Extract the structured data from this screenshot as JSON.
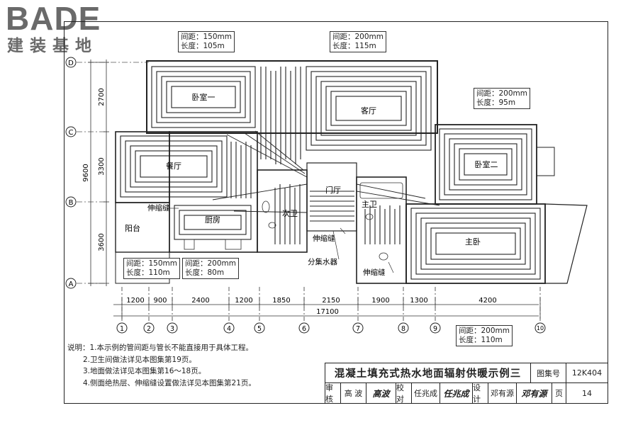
{
  "logo": {
    "top": "BADE",
    "bottom": "建装基地"
  },
  "grid": {
    "rows": [
      "D",
      "C",
      "B",
      "A"
    ],
    "cols": [
      "1",
      "2",
      "3",
      "4",
      "5",
      "6",
      "7",
      "8",
      "9",
      "10"
    ]
  },
  "dims_vertical": {
    "d1": "2700",
    "d2": "3300",
    "d3": "3600",
    "total": "9600"
  },
  "dims_horizontal": {
    "s1": "1200",
    "s2": "900",
    "s3": "2400",
    "s4": "1200",
    "s5": "1850",
    "s6": "2150",
    "s7": "1900",
    "s8": "1300",
    "s9": "4200",
    "total": "17100"
  },
  "rooms": {
    "bedroom1": "卧室一",
    "living": "客厅",
    "dining": "餐厅",
    "bedroom2": "卧室二",
    "foyer": "门厅",
    "kitchen": "厨房",
    "balcony": "阳台",
    "second_bath": "次卫",
    "main_bath": "主卫",
    "master_bed": "主卧"
  },
  "labels": {
    "exp1": "伸缩缝",
    "exp2": "伸缩缝",
    "exp3": "伸缩缝",
    "manifold": "分集水器"
  },
  "specs": {
    "bed1": {
      "spacing": "间距：150mm",
      "length": "长度：105m"
    },
    "living": {
      "spacing": "间距：200mm",
      "length": "长度：115m"
    },
    "bed2": {
      "spacing": "间距：200mm",
      "length": "长度：95m"
    },
    "dining": {
      "spacing": "间距：150mm",
      "length": "长度：110m"
    },
    "kitchen": {
      "spacing": "间距：200mm",
      "length": "长度：80m"
    },
    "master": {
      "spacing": "间距：200mm",
      "length": "长度：110m"
    }
  },
  "notes": {
    "title": "说明：",
    "n1": "1.本示例的管间距与管长不能直接用于具体工程。",
    "n2": "2.卫生间做法详见本图集第19页。",
    "n3": "3.地面做法详见本图集第16～18页。",
    "n4": "4.侧面绝热层、伸缩缝设置做法详见本图集第21页。"
  },
  "titleblock": {
    "title": "混凝土填充式热水地面辐射供暖示例三",
    "atlas_label": "图集号",
    "atlas_no": "12K404",
    "review": "审核",
    "reviewer": "高 波",
    "reviewer_sig": "高波",
    "check": "校对",
    "checker": "任兆成",
    "checker_sig": "任兆成",
    "design": "设计",
    "designer": "邓有源",
    "designer_sig": "邓有源",
    "page_label": "页",
    "page_no": "14"
  }
}
